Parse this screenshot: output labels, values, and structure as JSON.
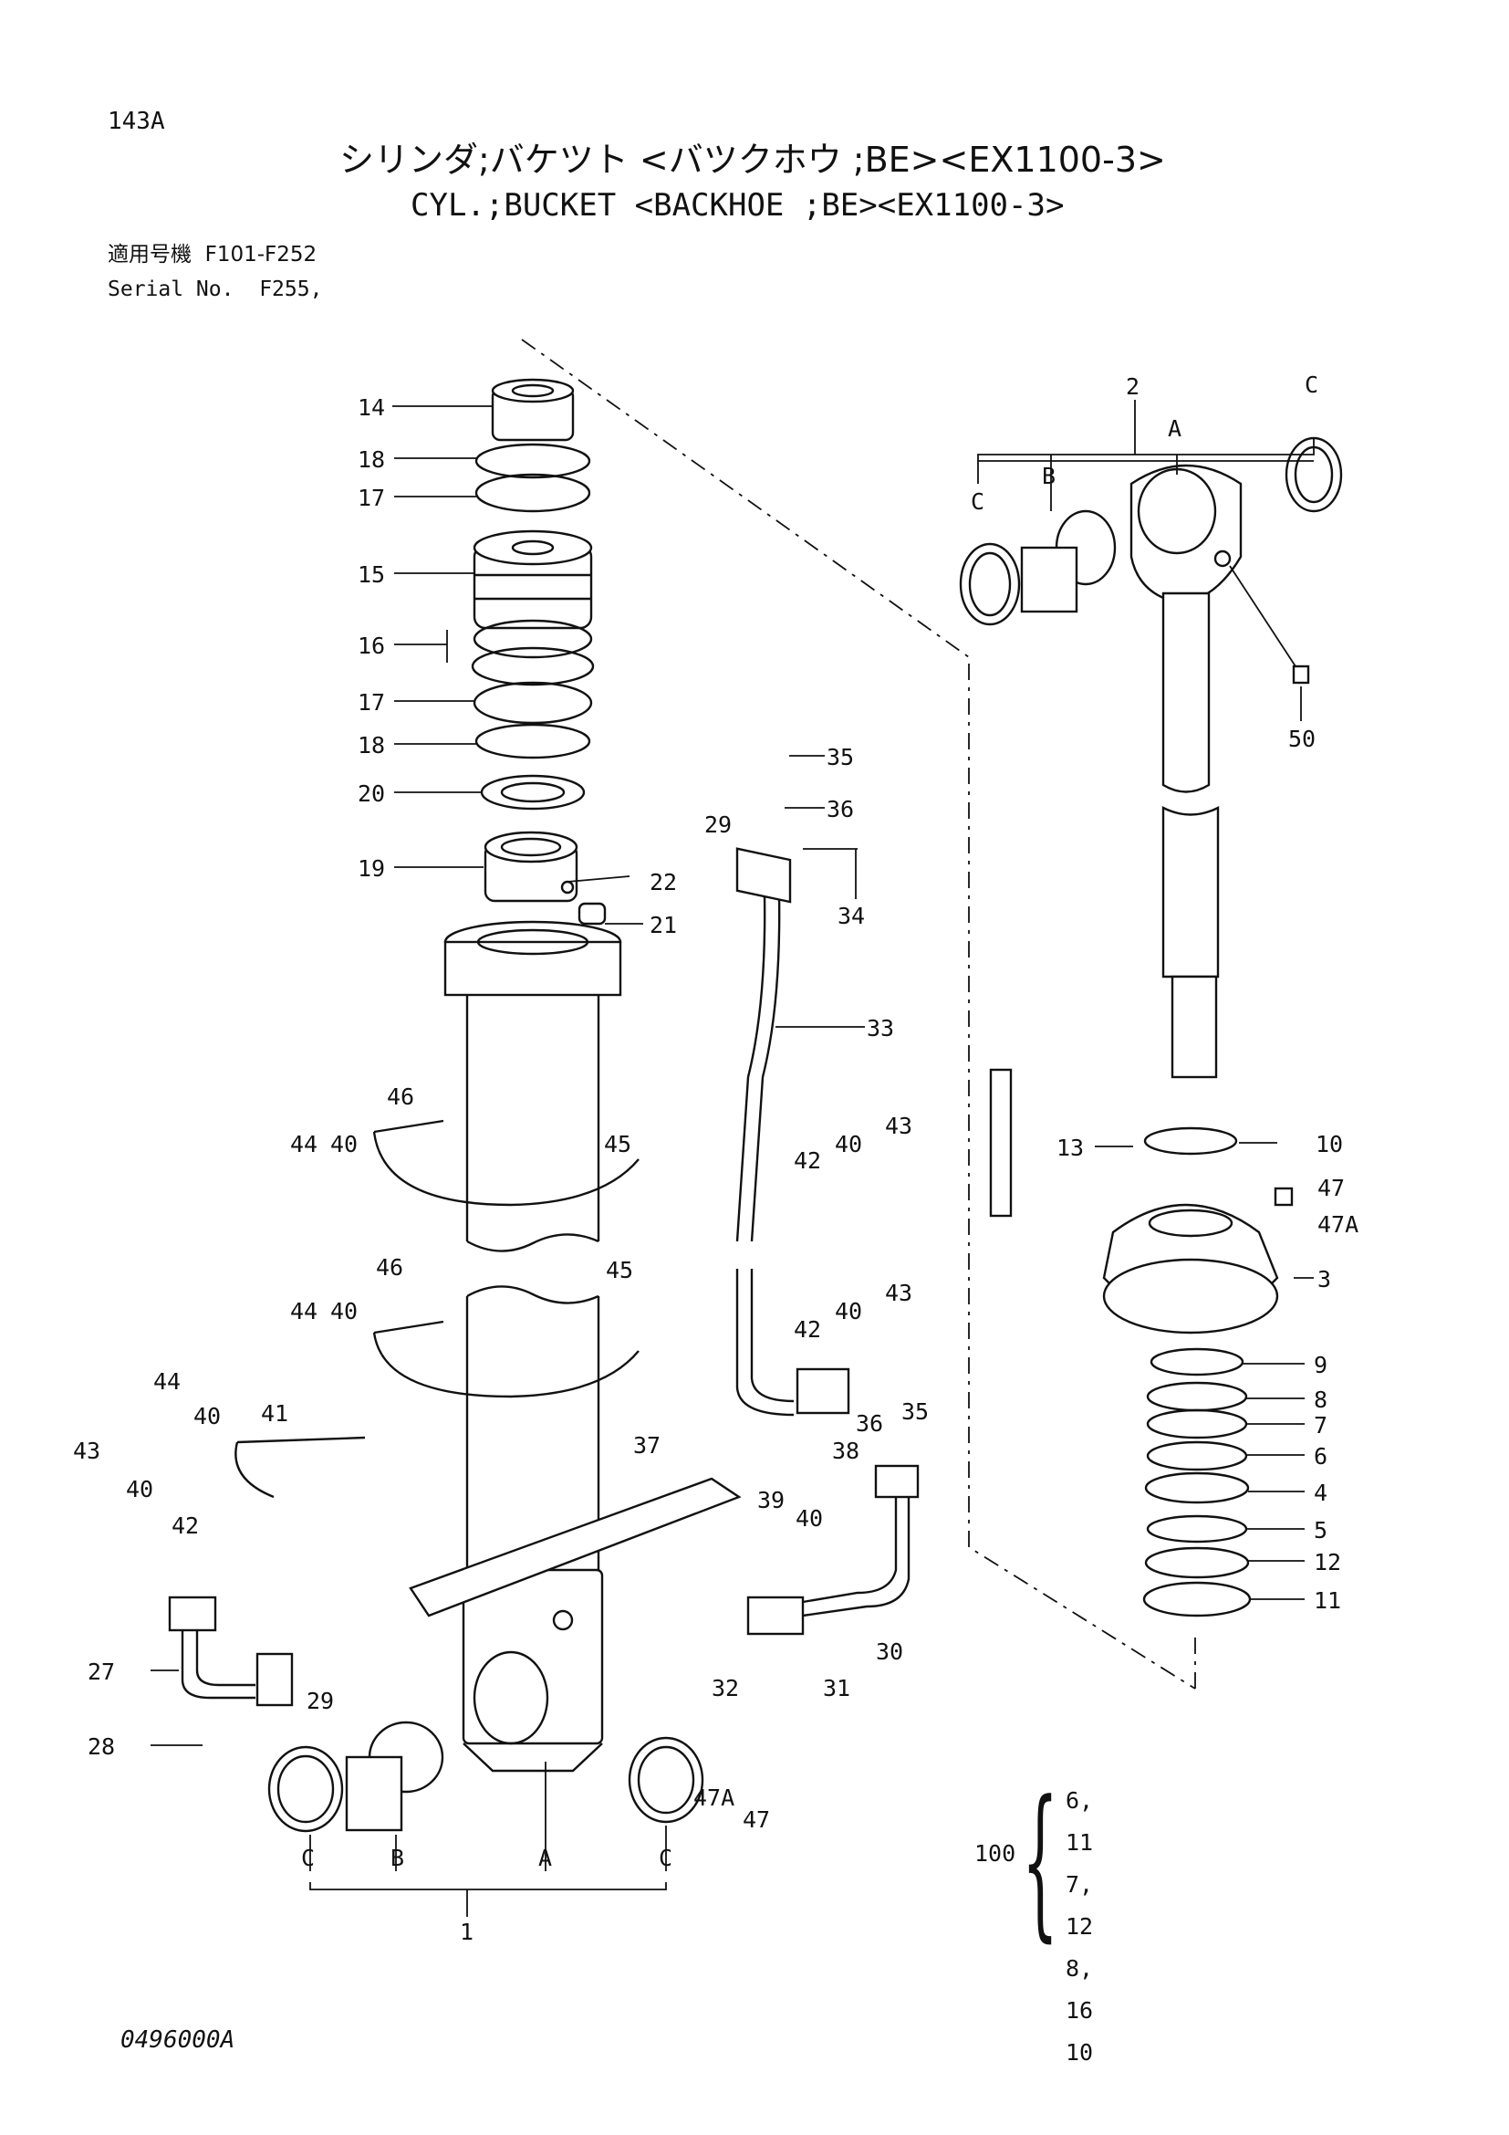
{
  "header": {
    "page_number": "143A",
    "title_jp": "シリンダ;バケツト <バツクホウ ;BE><EX1100-3>",
    "title_en": "CYL.;BUCKET <BACKHOE ;BE><EX1100-3>",
    "serial_label_jp": "適用号機",
    "serial_range_jp": "F101-F252",
    "serial_label_en": "Serial No.",
    "serial_range_en": "F255,"
  },
  "callouts": {
    "c14": "14",
    "c18a": "18",
    "c17a": "17",
    "c15": "15",
    "c16": "16",
    "c17b": "17",
    "c18b": "18",
    "c20": "20",
    "c19": "19",
    "c22": "22",
    "c21": "21",
    "c35a": "35",
    "c36a": "36",
    "c29a": "29",
    "c34": "34",
    "c33": "33",
    "c46a": "46",
    "c44a": "44",
    "c40a": "40",
    "c45a": "45",
    "c42a": "42",
    "c40b": "40",
    "c43a": "43",
    "c46b": "46",
    "c44b": "44",
    "c40c": "40",
    "c45b": "45",
    "c42b": "42",
    "c40d": "40",
    "c43b": "43",
    "c36b": "36",
    "c35b": "35",
    "c44c": "44",
    "c40e": "40",
    "c41": "41",
    "c43c": "43",
    "c40f": "40",
    "c42c": "42",
    "c37": "37",
    "c38": "38",
    "c39": "39",
    "c40g": "40",
    "c27": "27",
    "c29b": "29",
    "c28": "28",
    "c32": "32",
    "c31": "31",
    "c30": "30",
    "c47Aa": "47A",
    "c47a": "47",
    "cC1": "C",
    "cB1": "B",
    "cA1": "A",
    "cC2": "C",
    "c1": "1",
    "c2": "2",
    "cCr1": "C",
    "cBr": "B",
    "cAr": "A",
    "cCr2": "C",
    "c50": "50",
    "c13": "13",
    "c10": "10",
    "c47b": "47",
    "c47Ab": "47A",
    "c3": "3",
    "c9": "9",
    "c8": "8",
    "c7": "7",
    "c6": "6",
    "c4": "4",
    "c5": "5",
    "c12": "12",
    "c11": "11"
  },
  "kit": {
    "number": "100",
    "items": [
      "6, 11",
      "7, 12",
      "8, 16",
      "10"
    ]
  },
  "drawing_number": "0496000A"
}
